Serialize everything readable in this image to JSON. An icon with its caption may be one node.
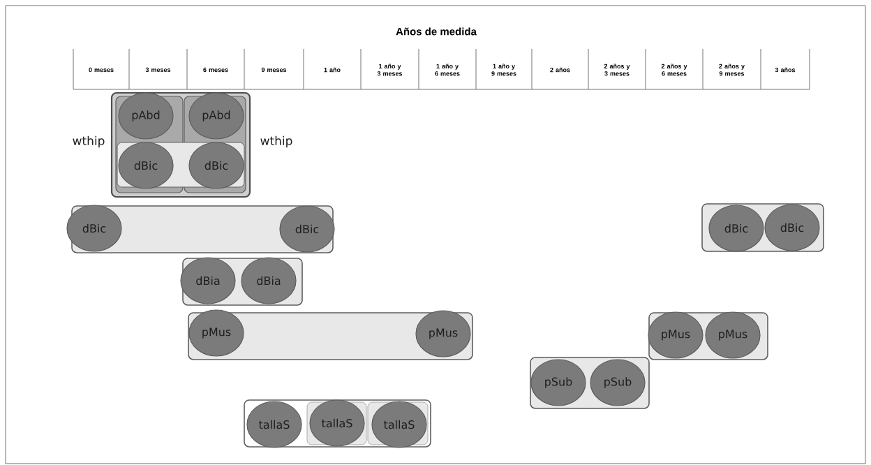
{
  "diagram": {
    "title": "Años de medida",
    "nodes": [
      {
        "text": [],
        "shape": "box",
        "beside": [
          "wthip",
          "wthip"
        ]
      },
      {
        "text": [],
        "shape": "box",
        "in": 0
      },
      {
        "text": [],
        "shape": "box",
        "in": 0
      },
      {
        "text": [],
        "shape": "box",
        "in": 0
      },
      {
        "text": [
          "pAbd"
        ],
        "in": 1
      },
      {
        "text": [
          "pAbd"
        ],
        "in": 2
      },
      {
        "text": [
          "dBic"
        ]
      },
      {
        "text": [
          "dBic"
        ]
      },
      {
        "text": [],
        "shape": "box"
      },
      {
        "text": [
          "dBic"
        ],
        "in": 8
      },
      {
        "text": [
          "dBic"
        ],
        "in": 8
      },
      {
        "text": [],
        "shape": "box"
      },
      {
        "text": [
          "dBic"
        ],
        "in": 11
      },
      {
        "text": [
          "dBic"
        ],
        "in": 11
      },
      {
        "text": [],
        "shape": "box"
      },
      {
        "text": [
          "dBia"
        ],
        "in": 14
      },
      {
        "text": [
          "dBia"
        ],
        "in": 14
      },
      {
        "text": [],
        "shape": "box"
      },
      {
        "text": [
          "pMus"
        ],
        "in": 17
      },
      {
        "text": [
          "pMus"
        ],
        "in": 17
      },
      {
        "text": [],
        "shape": "box"
      },
      {
        "text": [
          "pMus"
        ],
        "in": 20
      },
      {
        "text": [
          "pMus"
        ],
        "in": 20
      },
      {
        "text": [],
        "shape": "box"
      },
      {
        "text": [
          "pSub"
        ],
        "in": 23
      },
      {
        "text": [
          "pSub"
        ],
        "in": 23
      },
      {
        "text": [],
        "shape": "box"
      },
      {
        "text": [],
        "shape": "box",
        "in": 26
      },
      {
        "text": [],
        "shape": "box",
        "in": 26
      },
      {
        "text": [
          "tallaS"
        ],
        "in": 26
      },
      {
        "text": [
          "tallaS"
        ],
        "in": 27
      },
      {
        "text": [
          "tallaS"
        ],
        "in": 28
      }
    ],
    "labels": [
      "0 meses",
      "3 meses",
      "6 meses",
      "9 meses",
      "1 año",
      "1 año y 3 meses",
      "1 año y 6 meses",
      "1 año y 9 meses",
      "2 años",
      "2 años y 3 meses",
      "2 años y 6 meses",
      "2 años y 9 meses",
      "3 años"
    ]
  }
}
